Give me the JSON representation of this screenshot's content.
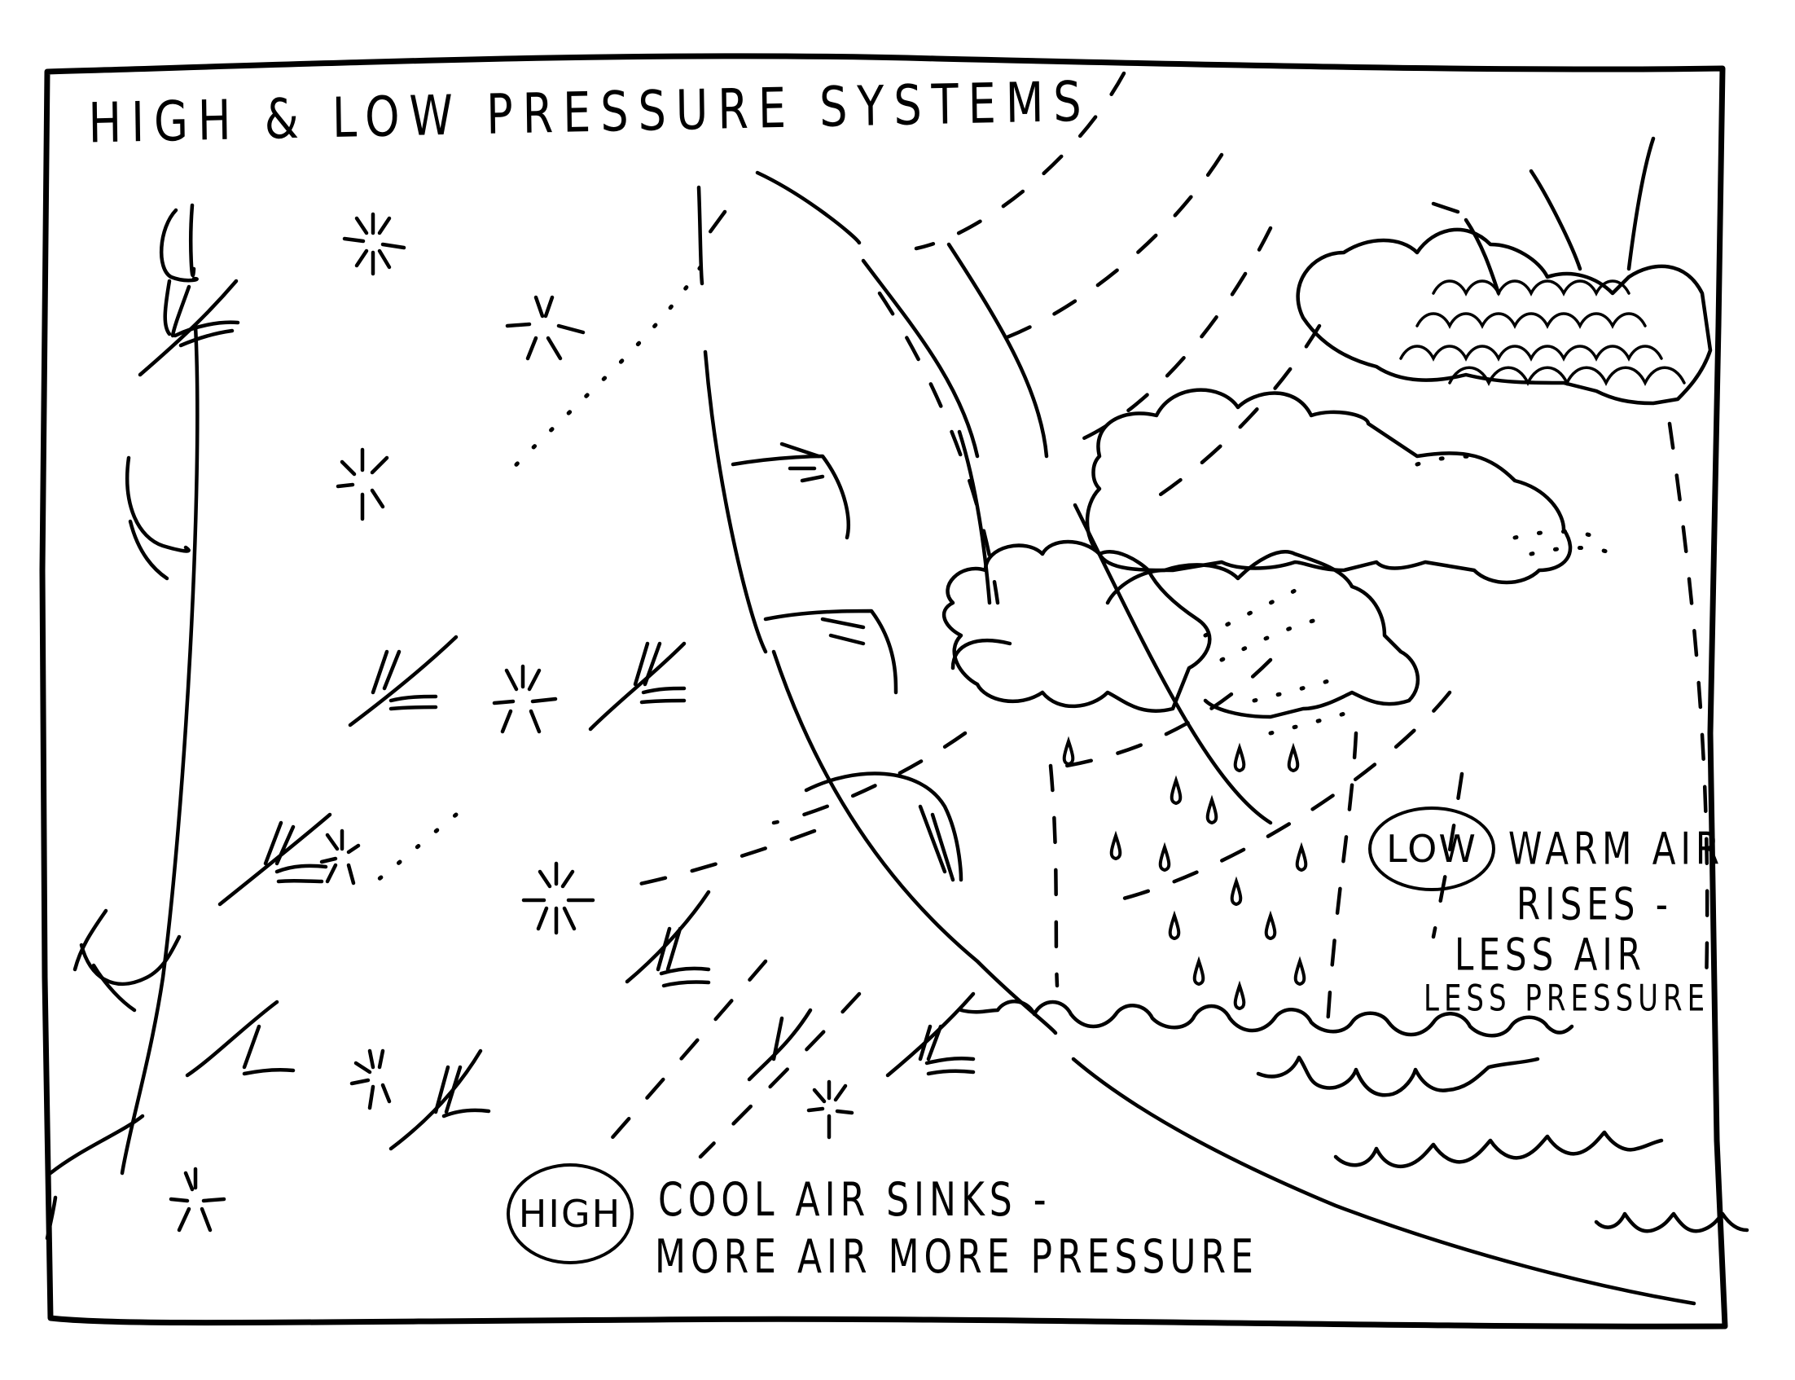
{
  "diagram": {
    "title": "HIGH & LOW PRESSURE SYSTEMS",
    "style": "hand-drawn black ink line illustration",
    "colors": {
      "ink": "#000000",
      "paper": "#ffffff"
    },
    "high_system": {
      "badge": "HIGH",
      "line1": "COOL AIR SINKS -",
      "line2": "MORE AIR  MORE PRESSURE",
      "description": "Cool, sparkling air (stars) sinking downward as swept lines and arrows on the left"
    },
    "low_system": {
      "badge": "LOW",
      "line1": "WARM AIR",
      "line2": "RISES -",
      "line3": "LESS AIR",
      "line4": "LESS PRESSURE",
      "description": "Warm air rising from the sea into stacked clouds with rain drops on the right"
    },
    "elements": {
      "stars": "sparkle-icon",
      "wind_arrows": "feathered-arrow-icon",
      "clouds": "cloud-icon",
      "rain": "raindrop-icon",
      "waves": "wave-icon"
    }
  }
}
